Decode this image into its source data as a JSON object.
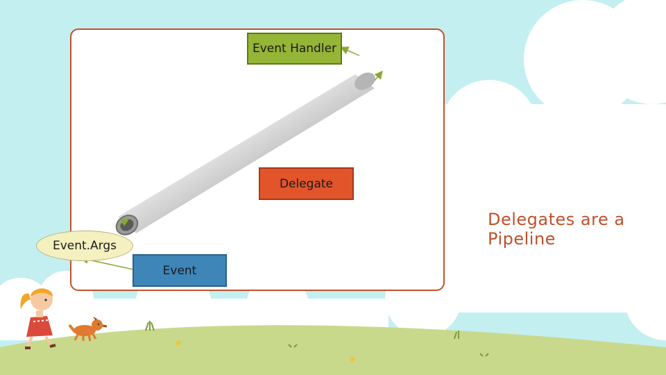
{
  "slide": {
    "title": "Delegates are a Pipeline",
    "colors": {
      "sky": "#c4eff1",
      "grass": "#c9d98c",
      "frame_border": "#c0502a",
      "title_text": "#c0502a",
      "event_handler_fill": "#95b536",
      "delegate_fill": "#e2552b",
      "event_fill": "#3e86b8",
      "event_args_fill": "#f4f0bf",
      "arrow": "#8aa732"
    }
  },
  "diagram": {
    "nodes": {
      "event_handler": "Event Handler",
      "delegate": "Delegate",
      "event": "Event",
      "event_args": "Event.Args"
    },
    "edges": [
      {
        "from": "event",
        "to": "event_args",
        "kind": "arrow"
      },
      {
        "from": "pipe-bottom-end",
        "to": "event_args",
        "kind": "arrow"
      },
      {
        "from": "pipe-top-end",
        "to": "event_handler",
        "kind": "arrow"
      }
    ],
    "pipe_icon": "metal-pipe-icon"
  },
  "decorations": {
    "icons": [
      "cloud-icon",
      "girl-icon",
      "dog-icon",
      "flower-icon"
    ]
  }
}
